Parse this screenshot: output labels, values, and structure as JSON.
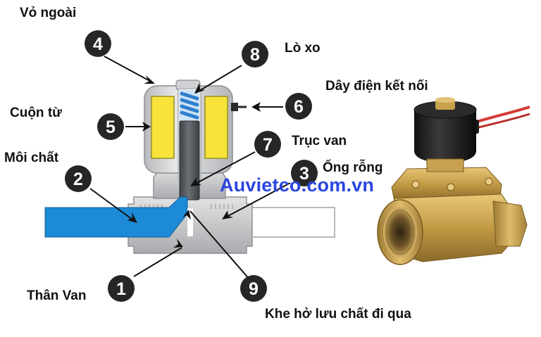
{
  "labels": {
    "vo_ngoai": "Vỏ ngoài",
    "lo_xo": "Lò xo",
    "day_dien": "Dây điện kết nối",
    "cuon_tu": "Cuộn từ",
    "truc_van": "Trục van",
    "moi_chat": "Môi chất",
    "ong_rong": "Ống rỗng",
    "than_van": "Thân Van",
    "khe_ho": "Khe hở lưu chất đi qua"
  },
  "badges": {
    "b1": "1",
    "b2": "2",
    "b3": "3",
    "b4": "4",
    "b5": "5",
    "b6": "6",
    "b7": "7",
    "b8": "8",
    "b9": "9"
  },
  "watermark": "Auvietco.com.vn",
  "colors": {
    "fluid": "#1c8ad6",
    "coil": "#f7e33a",
    "housing": "#d2d3d5",
    "plunger": "#4f5358",
    "spring": "#3b8bd6",
    "brass": "#c9a24c",
    "watermark": "#2a46e0",
    "badge": "#262626"
  }
}
